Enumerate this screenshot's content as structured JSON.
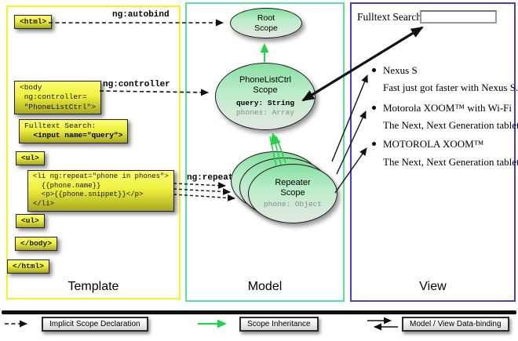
{
  "colors": {
    "template_border": "#f4f41f",
    "model_border": "#57e29b",
    "view_border": "#4b3ad9",
    "code_box_yellow": "#f0f040",
    "scope_green": "#86dfa0",
    "arrow_green": "#25d348",
    "arrow_black": "#111111"
  },
  "columns": {
    "template": {
      "title": "Template"
    },
    "model": {
      "title": "Model"
    },
    "view": {
      "title": "View"
    }
  },
  "template": {
    "arrow_labels": {
      "autobind": "ng:autobind",
      "controller": "ng:controller",
      "repeat": "ng:repeat"
    },
    "boxes": {
      "html_open": "<html>",
      "body_open": "<body\n ng:controller=\n \"PhoneListCtrl\">",
      "fulltext_label": "Fulltext Search:",
      "fulltext_input": "  <input name=\"query\">",
      "ul_open": "<ul>",
      "li_repeat": "<li ng:repeat=\"phone in phones\">\n  {{phone.name}}\n  <p>{{phone.snippet}}</p>\n</li>",
      "ul_open_2": "<ul>",
      "body_close": "</body>",
      "html_close": "</html>"
    }
  },
  "model": {
    "root_scope": {
      "title": "Root\nScope"
    },
    "phonelist_scope": {
      "title": "PhoneListCtrl\nScope",
      "prop_query": "query: String",
      "prop_phones": "phones: Array"
    },
    "repeater_scope": {
      "title": "Repeater\nScope",
      "prop_phone": "phone: Object"
    }
  },
  "view": {
    "search_label": "Fulltext Search:",
    "search_value": "",
    "items": [
      {
        "name": "Nexus S",
        "desc": "Fast just got faster with Nexus S."
      },
      {
        "name": "Motorola XOOM™  with Wi-Fi",
        "desc": "The Next, Next Generation tablet."
      },
      {
        "name": "MOTOROLA XOOM™",
        "desc": "The Next, Next Generation tablet."
      }
    ]
  },
  "legend": {
    "implicit": "Implicit Scope Declaration",
    "inheritance": "Scope Inheritance",
    "binding": "Model / View Data-binding"
  }
}
